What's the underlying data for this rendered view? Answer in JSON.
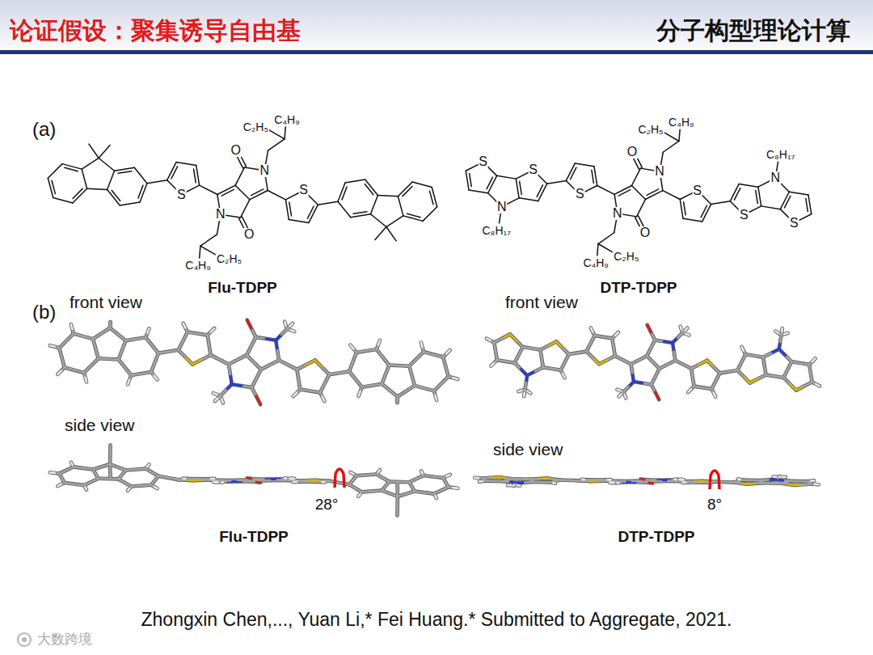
{
  "diagram": {
    "title": "论证假设：聚集诱导自由基",
    "caption": "Zhongxin Chen,..., Yuan Li,* Fei Huang.* Submitted to Aggregate, 2021.",
    "labels": [
      "分子构型理论计算",
      "(a)",
      "C₂H₅",
      "C₄H₉",
      "O",
      "N",
      "S",
      "C₂H₅",
      "C₄H₉",
      "O",
      "N",
      "S",
      "Flu-TDPP",
      "C₂H₅",
      "C₄H₉",
      "O",
      "N",
      "S",
      "S",
      "N",
      "C₈H₁₇",
      "S",
      "C₂H₅",
      "C₄H₉",
      "O",
      "N",
      "S",
      "S",
      "N",
      "C₈H₁₇",
      "S",
      "DTP-TDPP",
      "(b)",
      "front view",
      "front view",
      "side view",
      "side view",
      "28°",
      "8°",
      "Flu-TDPP",
      "DTP-TDPP",
      "大数跨境"
    ]
  }
}
